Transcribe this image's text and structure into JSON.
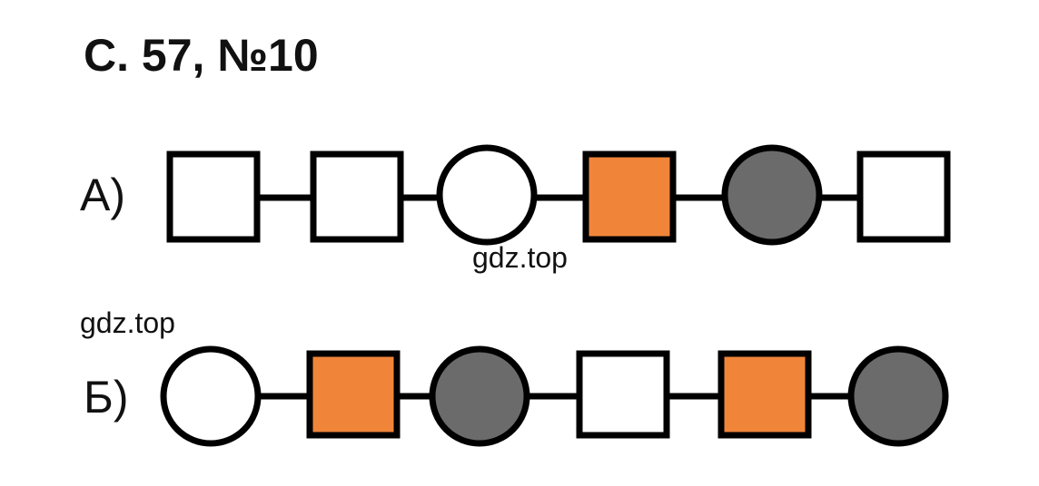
{
  "title": "С. 57, №10",
  "watermark": "gdz.top",
  "colors": {
    "stroke": "#000000",
    "white": "#ffffff",
    "orange": "#f0853a",
    "gray": "#6b6b6b"
  },
  "rows": [
    {
      "label": "А)",
      "shapes": [
        {
          "shape": "square",
          "fill": "white"
        },
        {
          "shape": "square",
          "fill": "white"
        },
        {
          "shape": "circle",
          "fill": "white"
        },
        {
          "shape": "square",
          "fill": "orange"
        },
        {
          "shape": "circle",
          "fill": "gray"
        },
        {
          "shape": "square",
          "fill": "white"
        }
      ]
    },
    {
      "label": "Б)",
      "shapes": [
        {
          "shape": "circle",
          "fill": "white"
        },
        {
          "shape": "square",
          "fill": "orange"
        },
        {
          "shape": "circle",
          "fill": "gray"
        },
        {
          "shape": "square",
          "fill": "white"
        },
        {
          "shape": "square",
          "fill": "orange"
        },
        {
          "shape": "circle",
          "fill": "gray"
        }
      ]
    }
  ]
}
